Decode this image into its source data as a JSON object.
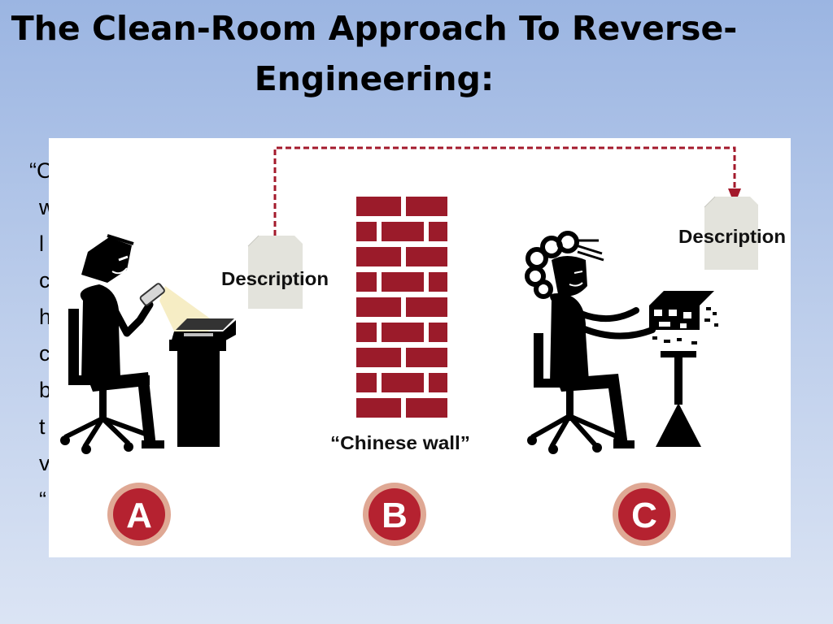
{
  "slide": {
    "title_line1": "The Clean-Room Approach To Reverse-",
    "title_line2": "Engineering:"
  },
  "body_lines": [
    "“C",
    "w",
    "l",
    "c",
    "h",
    "c",
    "b",
    "t",
    "v",
    "“"
  ],
  "diagram": {
    "doc_label_left": "Description",
    "doc_label_right": "Description",
    "wall_label": "“Chinese wall”",
    "markers": [
      "A",
      "B",
      "C"
    ]
  },
  "colors": {
    "brick": "#9b1b2a",
    "arrow": "#a3192b",
    "marker_fill": "#b52230",
    "marker_ring": "#dfa894",
    "paper": "#e3e3dc"
  }
}
